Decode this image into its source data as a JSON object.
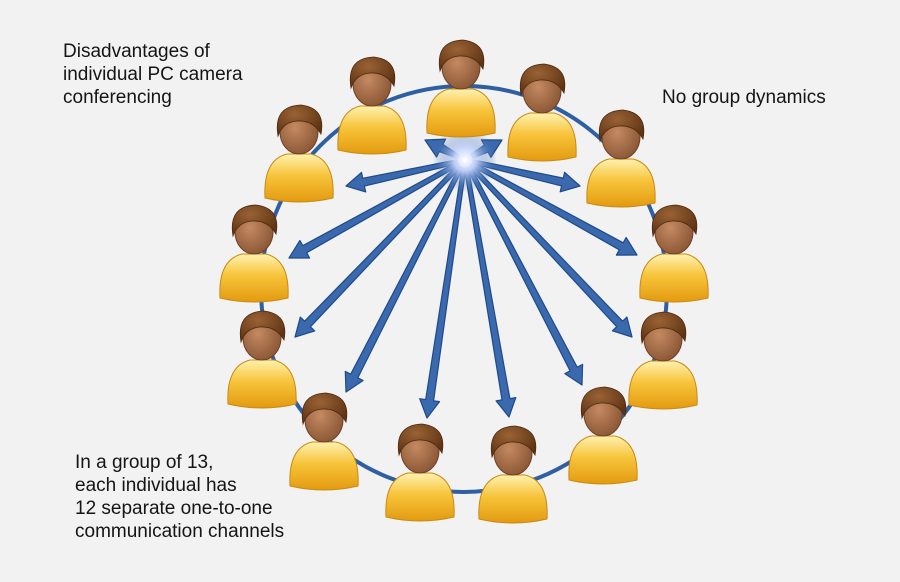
{
  "captions": {
    "disadvantages": [
      "Disadvantages of",
      "individual PC camera",
      "conferencing"
    ],
    "no_group": "No group dynamics",
    "group_note": [
      "In a group of 13,",
      "each individual has",
      "12 separate one-to-one",
      "communication channels"
    ]
  },
  "diagram": {
    "participant_count": 13,
    "channel_count": 12,
    "colors": {
      "ring": "#2f5fa3",
      "arrow": "#3a69ad",
      "arrow_edge": "#1f4a8a",
      "hub_glow": "#ffffff",
      "head": "#8b5a3c",
      "hair": "#6b3e1e",
      "body": "#f2b01e"
    }
  }
}
